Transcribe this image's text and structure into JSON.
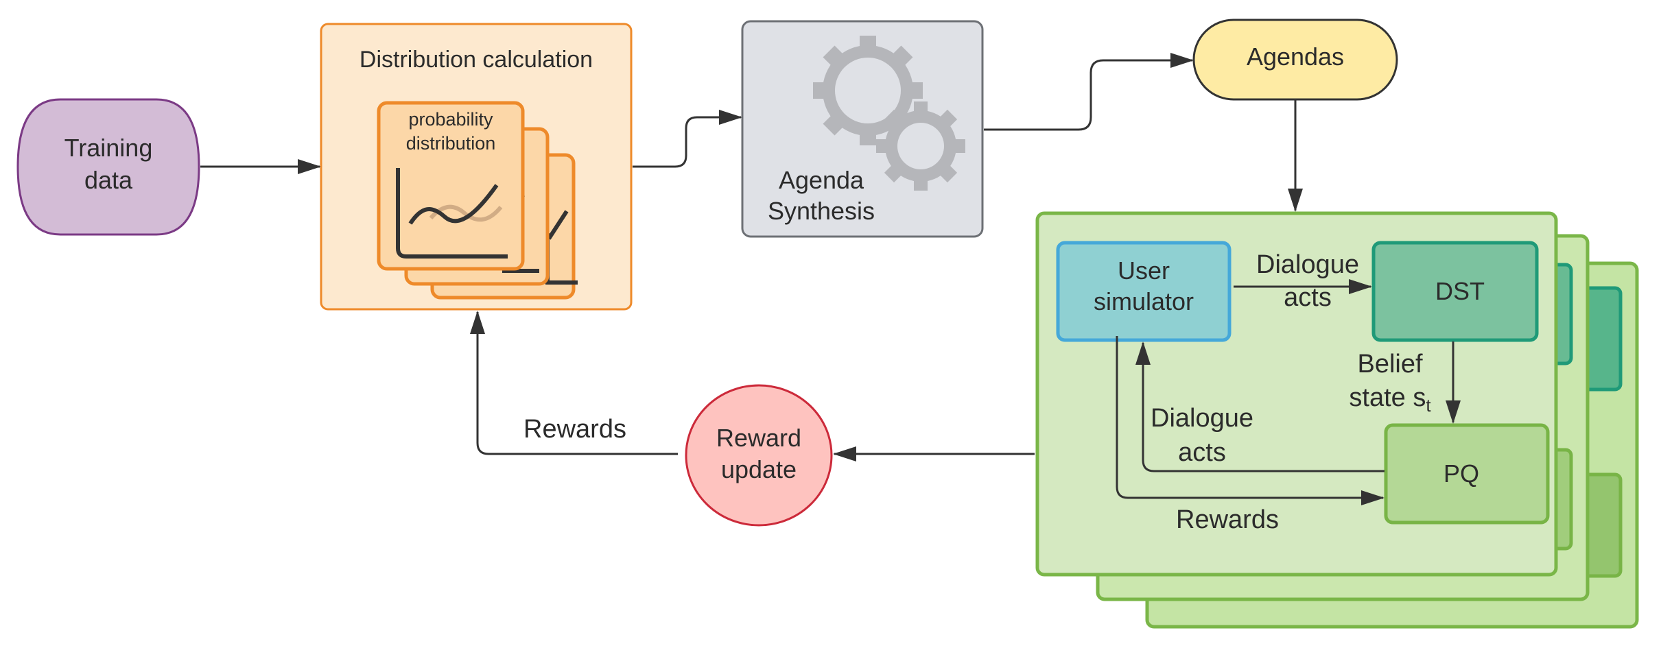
{
  "nodes": {
    "training_data": {
      "line1": "Training",
      "line2": "data"
    },
    "distribution_calc": {
      "title": "Distribution calculation",
      "card_line1": "probability",
      "card_line2": "distribution"
    },
    "agenda_synthesis": {
      "line1": "Agenda",
      "line2": "Synthesis"
    },
    "agendas": {
      "label": "Agendas"
    },
    "user_simulator": {
      "line1": "User",
      "line2": "simulator"
    },
    "dst": {
      "label": "DST"
    },
    "pq": {
      "label": "PQ"
    },
    "reward_update": {
      "line1": "Reward",
      "line2": "update"
    }
  },
  "edges": {
    "dialogue_acts_top": {
      "line1": "Dialogue",
      "line2": "acts"
    },
    "belief_state": {
      "line1": "Belief",
      "line2_main": "state s",
      "line2_sub": "t"
    },
    "dialogue_acts_back": {
      "line1": "Dialogue",
      "line2": "acts"
    },
    "rewards_inner": {
      "label": "Rewards"
    },
    "rewards_outer": {
      "label": "Rewards"
    }
  },
  "colors": {
    "training_fill": "#d3bcd6",
    "training_stroke": "#7b3a85",
    "dist_fill": "#fde9cf",
    "dist_stroke": "#ee8a2a",
    "card_fill": "#fcd7a8",
    "synth_fill": "#dfe1e6",
    "synth_stroke": "#6d7075",
    "gear": "#b5b6ba",
    "agendas_fill": "#feeba4",
    "agendas_stroke": "#333333",
    "env_fill": "#d5e9c1",
    "env_stroke": "#7ab648",
    "user_fill": "#8fd0d2",
    "user_stroke": "#45a8d9",
    "dst_fill": "#7cc29f",
    "dst_stroke": "#1f9a78",
    "pq_fill": "#b4d896",
    "pq_stroke": "#78b446",
    "reward_fill": "#fec3bf",
    "reward_stroke": "#cc2a3a",
    "arrow": "#333333"
  }
}
